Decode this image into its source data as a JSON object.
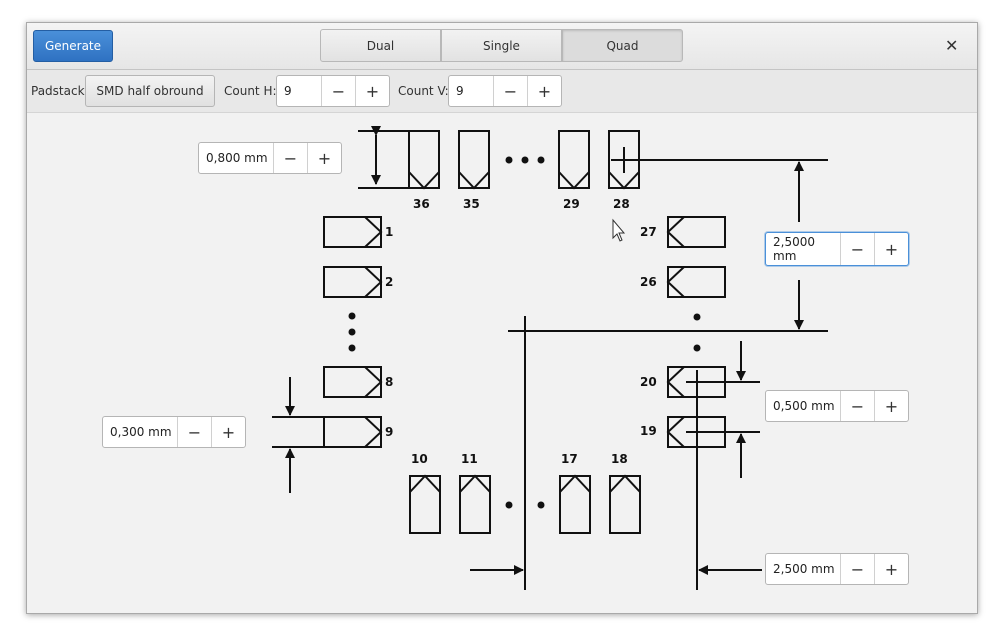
{
  "header": {
    "generate_label": "Generate",
    "tabs": [
      {
        "label": "Dual",
        "active": false
      },
      {
        "label": "Single",
        "active": false
      },
      {
        "label": "Quad",
        "active": true
      }
    ],
    "close_icon": "close-icon"
  },
  "toolbar": {
    "padstack_label": "Padstack:",
    "padstack_value": "SMD half obround",
    "count_h_label": "Count H:",
    "count_h_value": "9",
    "count_v_label": "Count V:",
    "count_v_value": "9"
  },
  "diagram": {
    "pad_width": "0,800 mm",
    "pitch_vertical": "2,5000 mm",
    "pad_height": "0,300 mm",
    "pad_spacing": "0,500 mm",
    "row_spacing": "2,500 mm",
    "pin_numbers": {
      "top": [
        "36",
        "35",
        "29",
        "28"
      ],
      "left": [
        "1",
        "2",
        "8",
        "9"
      ],
      "right": [
        "27",
        "26",
        "20",
        "19"
      ],
      "bottom": [
        "10",
        "11",
        "17",
        "18"
      ]
    }
  },
  "spinner_minus": "−",
  "spinner_plus": "+",
  "colors": {
    "accent": "#3a84d6",
    "pad_stroke": "#111111"
  }
}
